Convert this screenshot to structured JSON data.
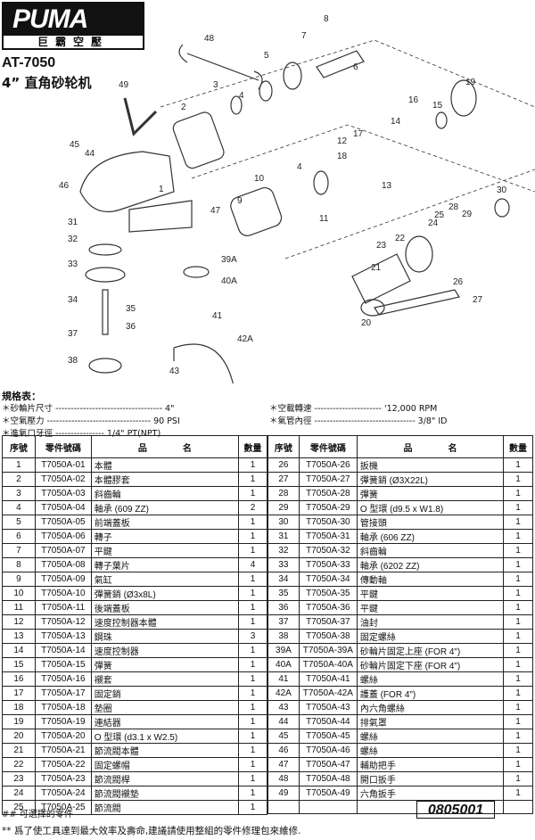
{
  "brand": {
    "logo": "PUMA",
    "subtitle": "巨霸空壓"
  },
  "model": "AT-7050",
  "product_name": "4” 直角砂轮机",
  "diagram": {
    "callouts": [
      "48",
      "7",
      "8",
      "5",
      "6",
      "4",
      "3",
      "49",
      "2",
      "19",
      "16",
      "15",
      "14",
      "17",
      "12",
      "18",
      "13",
      "1",
      "4",
      "10",
      "9",
      "11",
      "45",
      "44",
      "46",
      "47",
      "30",
      "28",
      "29",
      "25",
      "24",
      "22",
      "23",
      "21",
      "26",
      "27",
      "20",
      "31",
      "32",
      "33",
      "34",
      "35",
      "36",
      "37",
      "38",
      "39A",
      "40A",
      "41",
      "42A",
      "43"
    ]
  },
  "specs": {
    "heading": "規格表：",
    "items": [
      {
        "label": "＊砂輪片尺寸 ----------------------------------- 4\""
      },
      {
        "label": "＊空氣壓力 ---------------------------------- 90 PSI"
      },
      {
        "label": "＊進氣口牙徑 ---------------- 1/4\" PT(NPT)"
      },
      {
        "label": "＊空載轉速 ---------------------- '12,000 RPM"
      },
      {
        "label": "＊氣管內徑 --------------------------------- 3/8\" ID"
      }
    ]
  },
  "table": {
    "headers": [
      "序號",
      "零件號碼",
      "品　　　　名",
      "數量"
    ],
    "left": [
      [
        "1",
        "T7050A-01",
        "本體",
        "1"
      ],
      [
        "2",
        "T7050A-02",
        "本體膠套",
        "1"
      ],
      [
        "3",
        "T7050A-03",
        "斜齒輪",
        "1"
      ],
      [
        "4",
        "T7050A-04",
        "軸承 (609 ZZ)",
        "2"
      ],
      [
        "5",
        "T7050A-05",
        "前端蓋板",
        "1"
      ],
      [
        "6",
        "T7050A-06",
        "轉子",
        "1"
      ],
      [
        "7",
        "T7050A-07",
        "平鍵",
        "1"
      ],
      [
        "8",
        "T7050A-08",
        "轉子葉片",
        "4"
      ],
      [
        "9",
        "T7050A-09",
        "氣缸",
        "1"
      ],
      [
        "10",
        "T7050A-10",
        "彈簧銷 (Ø3x8L)",
        "1"
      ],
      [
        "11",
        "T7050A-11",
        "後端蓋板",
        "1"
      ],
      [
        "12",
        "T7050A-12",
        "速度控制器本體",
        "1"
      ],
      [
        "13",
        "T7050A-13",
        "鋼珠",
        "3"
      ],
      [
        "14",
        "T7050A-14",
        "速度控制器",
        "1"
      ],
      [
        "15",
        "T7050A-15",
        "彈簧",
        "1"
      ],
      [
        "16",
        "T7050A-16",
        "襯套",
        "1"
      ],
      [
        "17",
        "T7050A-17",
        "固定銷",
        "1"
      ],
      [
        "18",
        "T7050A-18",
        "墊圈",
        "1"
      ],
      [
        "19",
        "T7050A-19",
        "連結器",
        "1"
      ],
      [
        "20",
        "T7050A-20",
        "O 型環 (d3.1 x W2.5)",
        "1"
      ],
      [
        "21",
        "T7050A-21",
        "節流閥本體",
        "1"
      ],
      [
        "22",
        "T7050A-22",
        "固定螺帽",
        "1"
      ],
      [
        "23",
        "T7050A-23",
        "節流閥桿",
        "1"
      ],
      [
        "24",
        "T7050A-24",
        "節流閥襯墊",
        "1"
      ],
      [
        "25",
        "T7050A-25",
        "節流閥",
        "1"
      ]
    ],
    "right": [
      [
        "26",
        "T7050A-26",
        "扳機",
        "1"
      ],
      [
        "27",
        "T7050A-27",
        "彈簧銷 (Ø3X22L)",
        "1"
      ],
      [
        "28",
        "T7050A-28",
        "彈簧",
        "1"
      ],
      [
        "29",
        "T7050A-29",
        "O 型環 (d9.5 x W1.8)",
        "1"
      ],
      [
        "30",
        "T7050A-30",
        "管接頭",
        "1"
      ],
      [
        "31",
        "T7050A-31",
        "軸承 (606 ZZ)",
        "1"
      ],
      [
        "32",
        "T7050A-32",
        "斜齒輪",
        "1"
      ],
      [
        "33",
        "T7050A-33",
        "軸承 (6202 ZZ)",
        "1"
      ],
      [
        "34",
        "T7050A-34",
        "傳動軸",
        "1"
      ],
      [
        "35",
        "T7050A-35",
        "平鍵",
        "1"
      ],
      [
        "36",
        "T7050A-36",
        "平鍵",
        "1"
      ],
      [
        "37",
        "T7050A-37",
        "油封",
        "1"
      ],
      [
        "38",
        "T7050A-38",
        "固定螺絲",
        "1"
      ],
      [
        "39A",
        "T7050A-39A",
        "砂輪片固定上座 (FOR 4\")",
        "1"
      ],
      [
        "40A",
        "T7050A-40A",
        "砂輪片固定下座 (FOR 4\")",
        "1"
      ],
      [
        "41",
        "T7050A-41",
        "螺絲",
        "1"
      ],
      [
        "42A",
        "T7050A-42A",
        "護蓋 (FOR 4\")",
        "1"
      ],
      [
        "43",
        "T7050A-43",
        "內六角螺絲",
        "1"
      ],
      [
        "44",
        "T7050A-44",
        "排氣罩",
        "1"
      ],
      [
        "45",
        "T7050A-45",
        "螺絲",
        "1"
      ],
      [
        "46",
        "T7050A-46",
        "螺絲",
        "1"
      ],
      [
        "47",
        "T7050A-47",
        "輔助把手",
        "1"
      ],
      [
        "48",
        "T7050A-48",
        "開口扳手",
        "1"
      ],
      [
        "49",
        "T7050A-49",
        "六角扳手",
        "1"
      ],
      [
        "",
        "",
        "",
        ""
      ]
    ]
  },
  "footer": {
    "optional_note": "## 可選擇的零件",
    "code": "0805001",
    "advice": "** 爲了使工具達到最大效率及壽命,建議請使用整組的零件修理包來維修."
  }
}
